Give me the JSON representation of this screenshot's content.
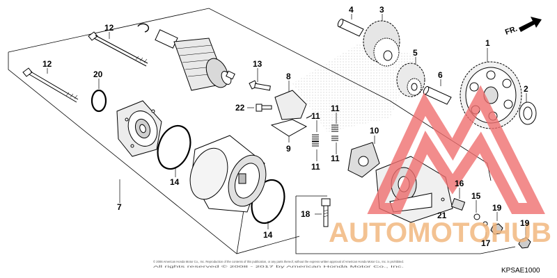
{
  "diagram": {
    "callouts": [
      {
        "id": "c1",
        "text": "1"
      },
      {
        "id": "c2",
        "text": "2"
      },
      {
        "id": "c3",
        "text": "3"
      },
      {
        "id": "c4",
        "text": "4"
      },
      {
        "id": "c5",
        "text": "5"
      },
      {
        "id": "c6",
        "text": "6"
      },
      {
        "id": "c7",
        "text": "7"
      },
      {
        "id": "c8",
        "text": "8"
      },
      {
        "id": "c9",
        "text": "9"
      },
      {
        "id": "c10",
        "text": "10"
      },
      {
        "id": "c11a",
        "text": "11"
      },
      {
        "id": "c11b",
        "text": "11"
      },
      {
        "id": "c11c",
        "text": "11"
      },
      {
        "id": "c11d",
        "text": "11"
      },
      {
        "id": "c12a",
        "text": "12"
      },
      {
        "id": "c12b",
        "text": "12"
      },
      {
        "id": "c13",
        "text": "13"
      },
      {
        "id": "c14a",
        "text": "14"
      },
      {
        "id": "c14b",
        "text": "14"
      },
      {
        "id": "c15",
        "text": "15"
      },
      {
        "id": "c16",
        "text": "16"
      },
      {
        "id": "c17",
        "text": "17"
      },
      {
        "id": "c18",
        "text": "18"
      },
      {
        "id": "c19a",
        "text": "19"
      },
      {
        "id": "c19b",
        "text": "19"
      },
      {
        "id": "c20",
        "text": "20"
      },
      {
        "id": "c21",
        "text": "21"
      },
      {
        "id": "c22",
        "text": "22"
      }
    ],
    "direction_label": "FR.",
    "diagram_code": "KPSAE1000",
    "copyright_line1": "© 2008 American Honda Motor Co., Inc. Reproduction of the contents of this publication, or any parts thereof, without the express written approval of American Honda Motor Co., Inc. is prohibited.",
    "copyright_line2": "All rights reserved © 2008 - 2017 by American Honda Motor Co., Inc.",
    "watermark_text": "AUTOMOTOHUB",
    "colors": {
      "line": "#000000",
      "watermark_orange": "#f2b880",
      "watermark_red": "#ef6f6f"
    }
  }
}
